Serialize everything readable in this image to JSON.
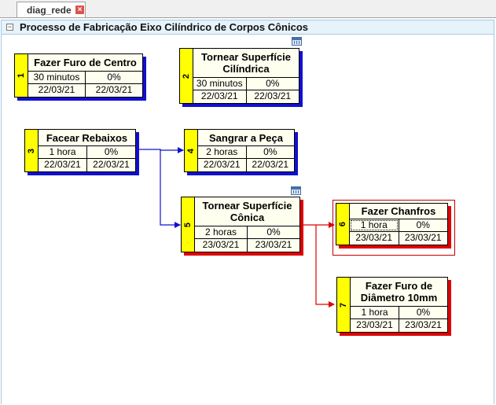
{
  "tab": {
    "label": "diag_rede",
    "close_icon": "close-icon"
  },
  "project": {
    "collapse_symbol": "−",
    "title": "Processo de Fabricação Eixo Cilíndrico de Corpos Cônicos"
  },
  "colors": {
    "normal_shadow": "#1010d0",
    "critical_shadow": "#e00000",
    "id_bar": "#ffff00"
  },
  "tasks": [
    {
      "id": "1",
      "name": "Fazer Furo de Centro",
      "duration": "30 minutos",
      "progress": "0%",
      "start": "22/03/21",
      "finish": "22/03/21"
    },
    {
      "id": "2",
      "name": "Tornear Superfície Cilíndrica",
      "duration": "30 minutos",
      "progress": "0%",
      "start": "22/03/21",
      "finish": "22/03/21"
    },
    {
      "id": "3",
      "name": "Facear Rebaixos",
      "duration": "1 hora",
      "progress": "0%",
      "start": "22/03/21",
      "finish": "22/03/21"
    },
    {
      "id": "4",
      "name": "Sangrar a Peça",
      "duration": "2 horas",
      "progress": "0%",
      "start": "22/03/21",
      "finish": "22/03/21"
    },
    {
      "id": "5",
      "name": "Tornear Superfície Cônica",
      "duration": "2 horas",
      "progress": "0%",
      "start": "23/03/21",
      "finish": "23/03/21"
    },
    {
      "id": "6",
      "name": "Fazer Chanfros",
      "duration": "1 hora",
      "progress": "0%",
      "start": "23/03/21",
      "finish": "23/03/21"
    },
    {
      "id": "7",
      "name": "Fazer Furo de Diâmetro 10mm",
      "duration": "1 hora",
      "progress": "0%",
      "start": "23/03/21",
      "finish": "23/03/21"
    }
  ]
}
